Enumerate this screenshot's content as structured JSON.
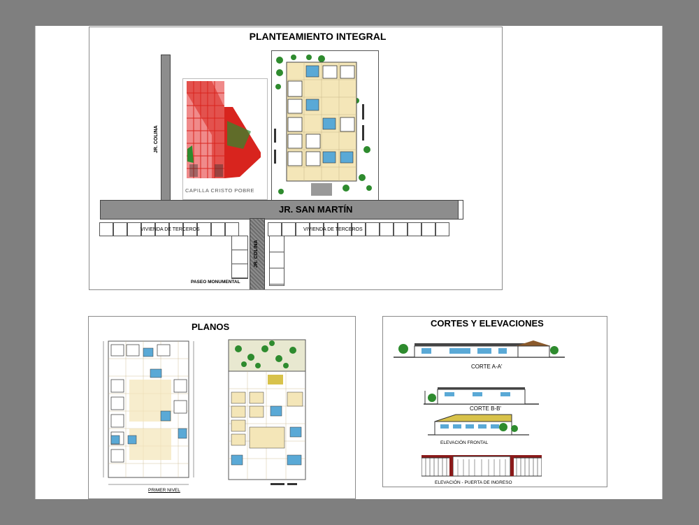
{
  "sheet": {
    "panel_1": {
      "title": "PLANTEAMIENTO INTEGRAL",
      "streets": {
        "main": "JR. SAN MARTÍN",
        "colina_upper": "JR. COLINA",
        "colina_lower": "JR. COLINA",
        "paseo": "PASEO MONUMENTAL"
      },
      "chapel_label": "CAPILLA  CRISTO  POBRE",
      "housing_left": "VIVIENDA DE TERCEROS",
      "housing_right": "VIVIENDA DE TERCEROS"
    },
    "panel_2": {
      "title": "PLANOS",
      "caption_first_level": "PRIMER NIVEL"
    },
    "panel_3": {
      "title": "CORTES Y ELEVACIONES",
      "captions": [
        "CORTE A-A'",
        "CORTE B-B'",
        "ELEVACIÓN  FRONTAL",
        "ELEVACIÓN - PUERTA DE INGRESO"
      ]
    }
  },
  "colors": {
    "background": "#7f7f7f",
    "sheet": "#ffffff",
    "road": "#8d8d8d",
    "chapel_roof": "#d8241e",
    "chapel_grid": "#f08a8a",
    "vegetation": "#2e8b2e",
    "glazing": "#5aa9d6",
    "floor_tile": "#f4e6b8"
  }
}
